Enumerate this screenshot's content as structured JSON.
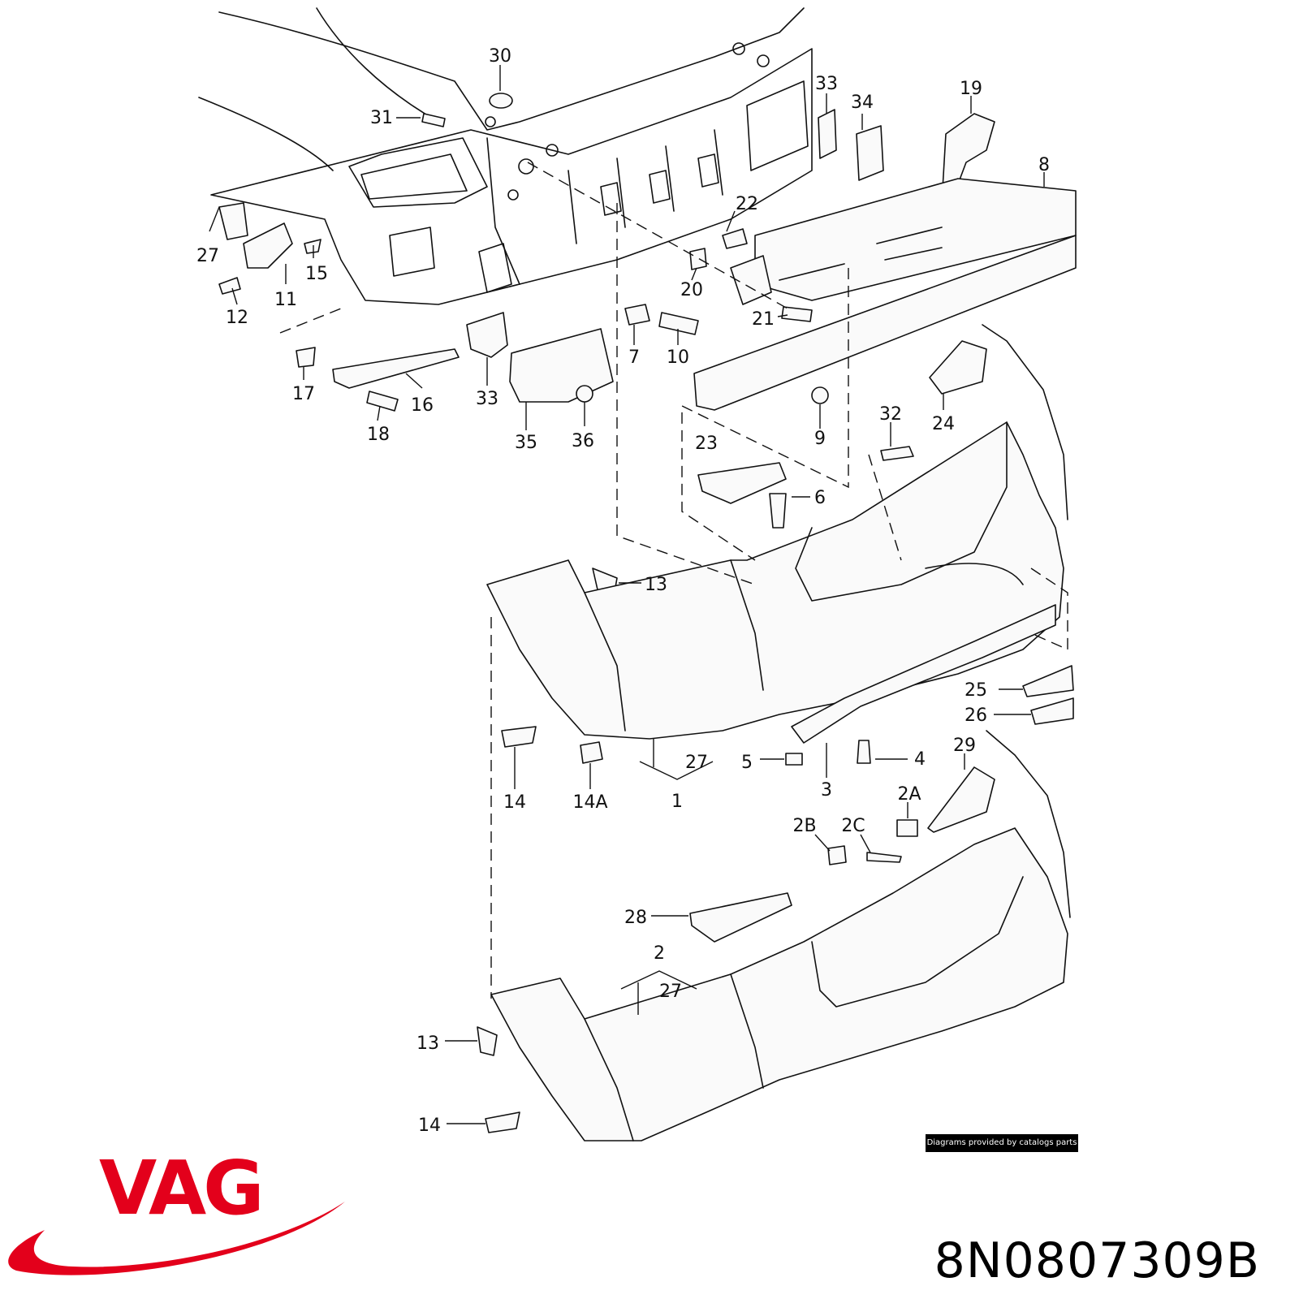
{
  "diagram": {
    "callouts": [
      {
        "id": "30",
        "text": "30"
      },
      {
        "id": "31",
        "text": "31"
      },
      {
        "id": "33a",
        "text": "33"
      },
      {
        "id": "34",
        "text": "34"
      },
      {
        "id": "19",
        "text": "19"
      },
      {
        "id": "8",
        "text": "8"
      },
      {
        "id": "22",
        "text": "22"
      },
      {
        "id": "27a",
        "text": "27"
      },
      {
        "id": "15",
        "text": "15"
      },
      {
        "id": "11",
        "text": "11"
      },
      {
        "id": "12",
        "text": "12"
      },
      {
        "id": "20",
        "text": "20"
      },
      {
        "id": "21",
        "text": "21"
      },
      {
        "id": "7",
        "text": "7"
      },
      {
        "id": "10",
        "text": "10"
      },
      {
        "id": "17",
        "text": "17"
      },
      {
        "id": "16",
        "text": "16"
      },
      {
        "id": "18",
        "text": "18"
      },
      {
        "id": "33b",
        "text": "33"
      },
      {
        "id": "35",
        "text": "35"
      },
      {
        "id": "36",
        "text": "36"
      },
      {
        "id": "9",
        "text": "9"
      },
      {
        "id": "32",
        "text": "32"
      },
      {
        "id": "24",
        "text": "24"
      },
      {
        "id": "23",
        "text": "23"
      },
      {
        "id": "6",
        "text": "6"
      },
      {
        "id": "13a",
        "text": "13"
      },
      {
        "id": "25",
        "text": "25"
      },
      {
        "id": "26",
        "text": "26"
      },
      {
        "id": "14a",
        "text": "14"
      },
      {
        "id": "14A",
        "text": "14A"
      },
      {
        "id": "27b",
        "text": "27"
      },
      {
        "id": "1",
        "text": "1"
      },
      {
        "id": "5",
        "text": "5"
      },
      {
        "id": "3",
        "text": "3"
      },
      {
        "id": "4",
        "text": "4"
      },
      {
        "id": "29",
        "text": "29"
      },
      {
        "id": "2A",
        "text": "2A"
      },
      {
        "id": "2B",
        "text": "2B"
      },
      {
        "id": "2C",
        "text": "2C"
      },
      {
        "id": "28",
        "text": "28"
      },
      {
        "id": "2",
        "text": "2"
      },
      {
        "id": "27c",
        "text": "27"
      },
      {
        "id": "13b",
        "text": "13"
      },
      {
        "id": "14b",
        "text": "14"
      }
    ]
  },
  "credit": "Diagrams provided by catalogs parts",
  "brand": {
    "name": "VAG",
    "color": "#e3001b"
  },
  "part_number": "8N0807309B"
}
